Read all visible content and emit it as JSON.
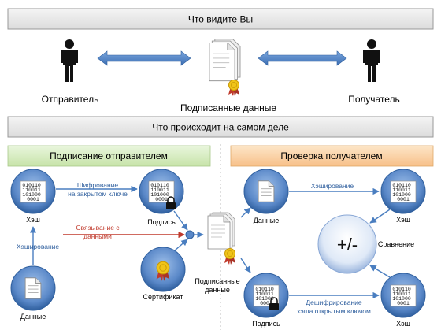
{
  "top": {
    "title": "Что видите Вы",
    "sender_label": "Отправитель",
    "signed_label": "Подписанные данные",
    "receiver_label": "Получатель"
  },
  "middle": {
    "title": "Что происходит на самом деле"
  },
  "left": {
    "header": "Подписание отправителем",
    "hash_label": "Хэш",
    "encrypt_label_1": "Шифрование",
    "encrypt_label_2": "на закрытом ключе",
    "signature_label": "Подпись",
    "binding_label_1": "Связывание с",
    "binding_label_2": "данными",
    "hashing_label": "Хэширование",
    "data_label": "Данные",
    "certificate_label": "Сертификат",
    "signed_label_1": "Подписанные",
    "signed_label_2": "данные"
  },
  "right": {
    "header": "Проверка получателем",
    "data_label": "Данные",
    "hashing_label": "Хэширование",
    "hash_label": "Хэш",
    "compare_symbol": "+/-",
    "compare_label": "Сравнение",
    "signature_label": "Подпись",
    "decrypt_label_1": "Дешифрирование",
    "decrypt_label_2": "хэша открытым ключом",
    "hash2_label": "Хэш"
  },
  "binary_lines": [
    "010110",
    "110011",
    "101000",
    "0001"
  ],
  "colors": {
    "bar_fill": "#e4e4e4",
    "green_header": "#d6ecc0",
    "orange_header": "#fbd4a8",
    "arrow_blue": "#4a7ec0",
    "arrow_red": "#c0392b",
    "node_blue": "#2f5f9e"
  },
  "icons": [
    "person-icon",
    "document-icon",
    "seal-icon",
    "lock-icon",
    "binary-hash-icon"
  ]
}
